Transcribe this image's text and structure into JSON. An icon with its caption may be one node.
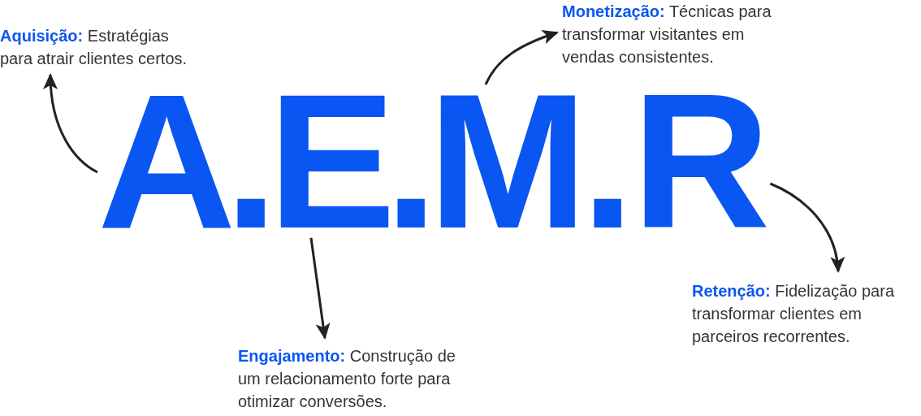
{
  "diagram": {
    "nodes": [
      {
        "text": [
          "**Monetização:** Técnicas para transformar visitantes em vendas consistentes."
        ]
      },
      {
        "text": [
          "**Aquisição:** Estratégias para atrair clientes certos."
        ]
      },
      {
        "text": [
          "A."
        ]
      },
      {
        "text": [
          "E."
        ]
      },
      {
        "text": [
          "M."
        ]
      },
      {
        "text": [
          "R"
        ]
      },
      {
        "text": [
          "**Retenção:** Fidelização para transformar clientes em parceiros recorrentes."
        ]
      },
      {
        "text": [
          "**Engajamento:** Construção de um relacionamento forte para otimizar conversões."
        ]
      }
    ],
    "edges": [
      {
        "from": 2,
        "to": 1,
        "arrow": "to"
      },
      {
        "from": 4,
        "to": 0,
        "arrow": "to"
      },
      {
        "from": 5,
        "to": 6,
        "arrow": "to"
      },
      {
        "from": 3,
        "to": 7,
        "arrow": "to"
      }
    ]
  }
}
